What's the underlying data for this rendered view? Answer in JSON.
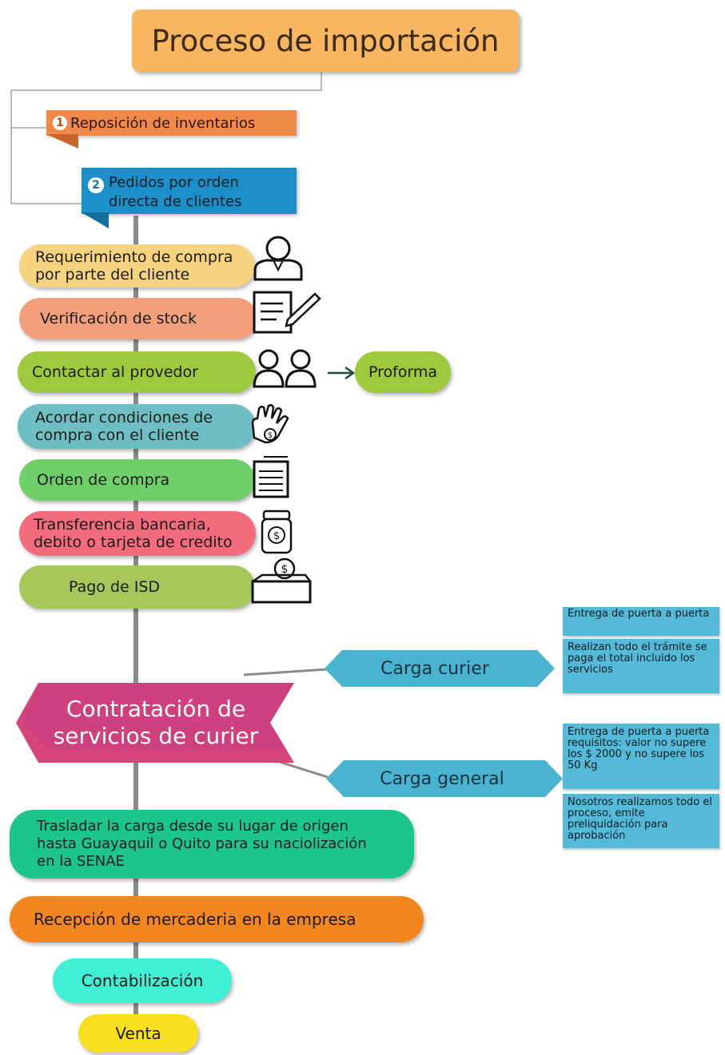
{
  "title": "Proceso de importación",
  "branches": [
    {
      "number": "1",
      "label": "Reposición de inventarios"
    },
    {
      "number": "2",
      "label_line1": "Pedidos por orden",
      "label_line2": "directa de clientes"
    }
  ],
  "steps": [
    {
      "line1": "Requerimiento de compra",
      "line2": "por parte del cliente",
      "icon": "person-icon",
      "color": "#f6d37e"
    },
    {
      "line1": "Verificación de stock",
      "icon": "document-pen-icon",
      "color": "#f2a07c"
    },
    {
      "line1": "Contactar al provedor",
      "icon": "two-people-icon",
      "color": "#9dc93d"
    },
    {
      "line1": "Acordar condiciones de",
      "line2": "compra con el cliente",
      "icon": "hand-coin-icon",
      "color": "#6ebfc3"
    },
    {
      "line1": "Orden de compra",
      "icon": "order-form-icon",
      "color": "#6fcf6a"
    },
    {
      "line1": "Transferencia bancaria,",
      "line2": "debito o tarjeta de credito",
      "icon": "money-jar-icon",
      "color": "#f26c7d"
    },
    {
      "line1": "Pago de ISD",
      "icon": "payment-box-icon",
      "color": "#a6c85a"
    }
  ],
  "proforma": "Proforma",
  "courier": {
    "main_line1": "Contratación de",
    "main_line2": "servicios de curier",
    "options": [
      {
        "label": "Carga curier",
        "notes": [
          "Entrega de puerta a puerta",
          "Realizan todo el trámite se paga el total incluido los servicios"
        ]
      },
      {
        "label": "Carga general",
        "notes": [
          "Entrega de puerta a puerta requisitos: valor no supere los $ 2000 y no supere los 50 Kg",
          "Nosotros realizamos todo el proceso, emite preliquidación para aprobación"
        ]
      }
    ]
  },
  "final_steps": [
    {
      "line1": "Trasladar la carga desde su lugar de origen",
      "line2": "hasta Guayaquil o Quito para su naciolización",
      "line3": "en la SENAE"
    },
    {
      "line1": "Recepción de mercaderia en la empresa"
    },
    {
      "line1": "Contabilización"
    },
    {
      "line1": "Venta"
    }
  ],
  "colors": {
    "title_bg": "#f8b660",
    "branch1": "#f08a4b",
    "branch2": "#1a8fc8",
    "courier_main": "#d6447a",
    "courier_option": "#4ab3cf",
    "note_box": "#55b9d8",
    "transfer": "#1dc58e",
    "reception": "#f4861f",
    "accounting": "#3ff0d4",
    "sale": "#f7e020"
  }
}
